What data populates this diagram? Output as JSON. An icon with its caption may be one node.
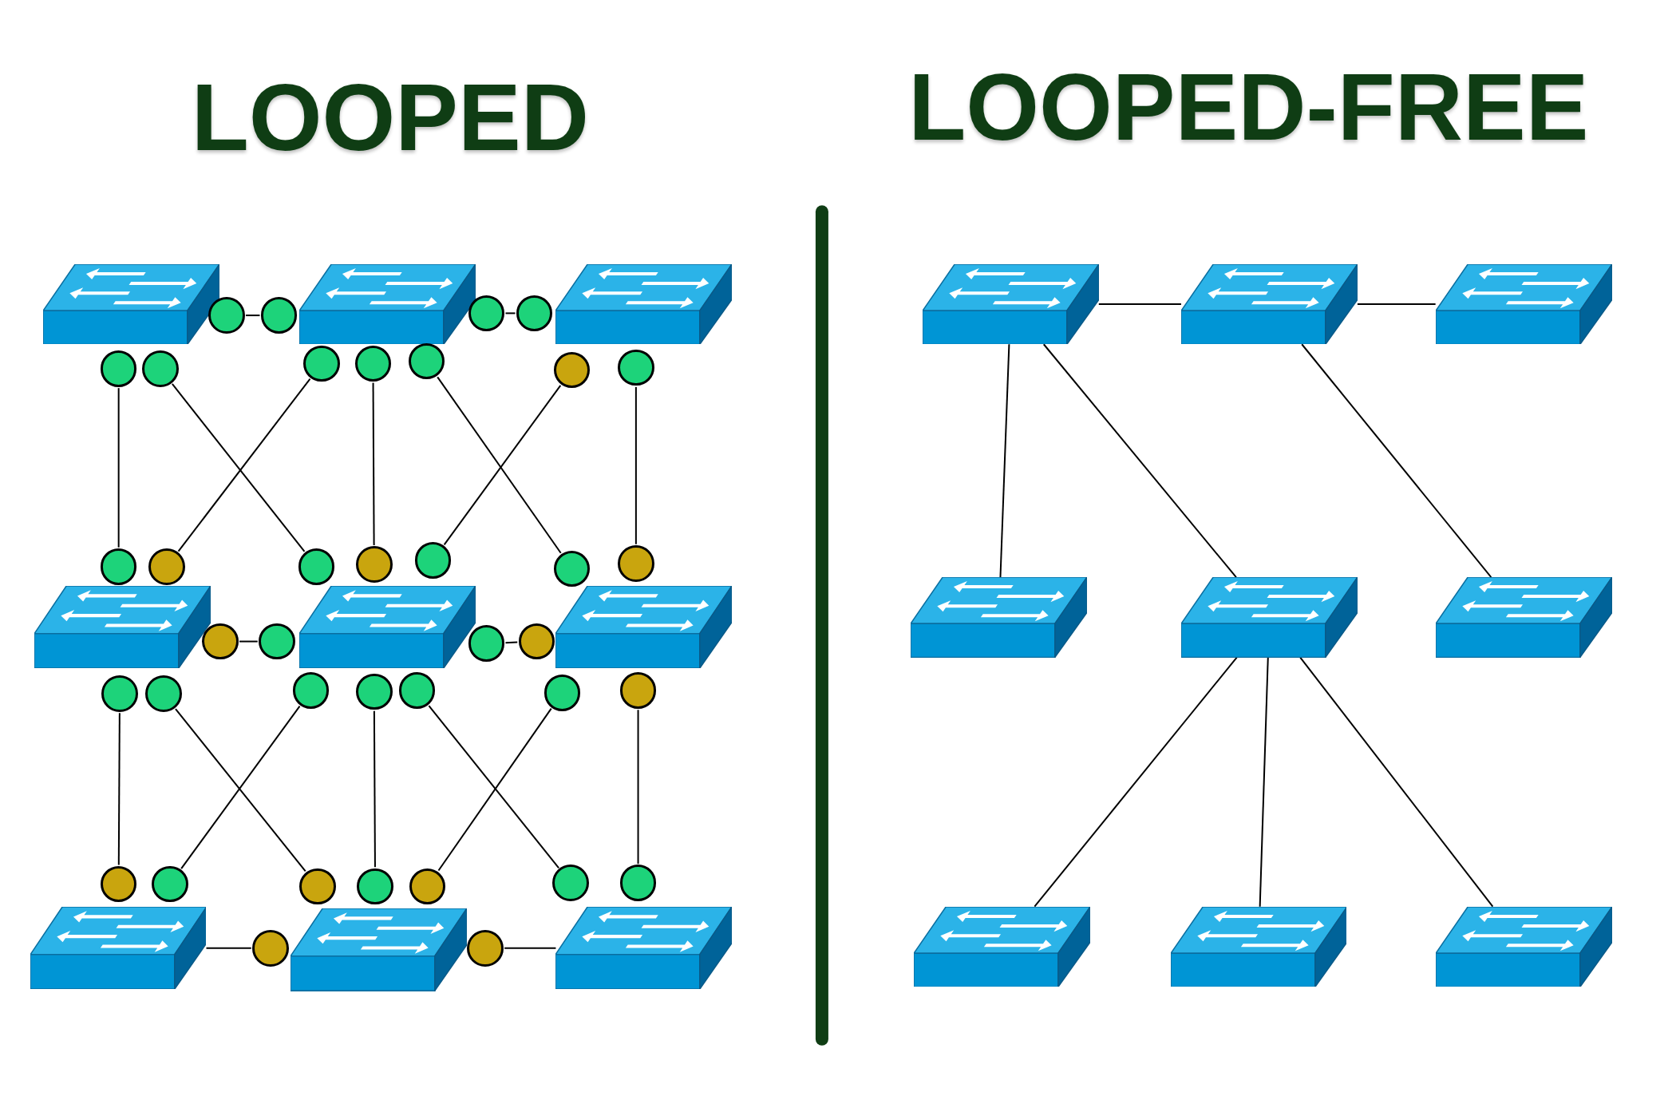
{
  "diagram": {
    "nodes": [
      {
        "text": [],
        "shape": "picture"
      },
      {
        "text": [],
        "shape": "picture"
      },
      {
        "text": [],
        "shape": "picture"
      },
      {
        "text": [],
        "shape": "picture"
      },
      {
        "text": [],
        "shape": "picture"
      },
      {
        "text": [],
        "shape": "picture"
      },
      {
        "text": [],
        "shape": "picture"
      },
      {
        "text": [],
        "shape": "picture"
      },
      {
        "text": [],
        "shape": "picture"
      },
      {
        "text": [],
        "shape": "circle"
      },
      {
        "text": [],
        "shape": "circle"
      },
      {
        "text": [],
        "shape": "circle"
      },
      {
        "text": [],
        "shape": "circle"
      },
      {
        "text": [],
        "shape": "circle"
      },
      {
        "text": [],
        "shape": "circle"
      },
      {
        "text": [],
        "shape": "circle"
      },
      {
        "text": [],
        "shape": "circle"
      },
      {
        "text": [],
        "shape": "circle"
      },
      {
        "text": [],
        "shape": "circle"
      },
      {
        "text": [],
        "shape": "circle"
      },
      {
        "text": [],
        "shape": "circle"
      },
      {
        "text": [],
        "shape": "circle"
      },
      {
        "text": [],
        "shape": "circle"
      },
      {
        "text": [],
        "shape": "circle"
      },
      {
        "text": [],
        "shape": "circle"
      },
      {
        "text": [],
        "shape": "circle"
      },
      {
        "text": [],
        "shape": "circle"
      },
      {
        "text": [],
        "shape": "circle"
      },
      {
        "text": [],
        "shape": "circle"
      },
      {
        "text": [],
        "shape": "circle"
      },
      {
        "text": [],
        "shape": "circle"
      },
      {
        "text": [],
        "shape": "circle"
      },
      {
        "text": [],
        "shape": "circle"
      },
      {
        "text": [],
        "shape": "circle"
      },
      {
        "text": [],
        "shape": "circle"
      },
      {
        "text": [],
        "shape": "circle"
      },
      {
        "text": [],
        "shape": "circle"
      },
      {
        "text": [],
        "shape": "circle"
      },
      {
        "text": [],
        "shape": "circle"
      },
      {
        "text": [],
        "shape": "circle"
      },
      {
        "text": [],
        "shape": "circle"
      },
      {
        "text": [],
        "shape": "circle"
      },
      {
        "text": [],
        "shape": "circle"
      },
      {
        "text": [],
        "shape": "circle"
      },
      {
        "text": [],
        "shape": "circle"
      },
      {
        "text": [],
        "shape": "circle"
      },
      {
        "text": [],
        "shape": "circle"
      },
      {
        "text": [],
        "shape": "picture"
      },
      {
        "text": [],
        "shape": "picture"
      },
      {
        "text": [],
        "shape": "picture"
      },
      {
        "text": [],
        "shape": "picture"
      },
      {
        "text": [],
        "shape": "picture"
      },
      {
        "text": [],
        "shape": "picture"
      },
      {
        "text": [],
        "shape": "picture"
      },
      {
        "text": [],
        "shape": "picture"
      },
      {
        "text": [],
        "shape": "picture"
      }
    ],
    "edges": [
      {
        "from": 9,
        "to": 10,
        "arrow": "none"
      },
      {
        "from": 11,
        "to": 12,
        "arrow": "none"
      },
      {
        "from": 13,
        "to": 20,
        "arrow": "none"
      },
      {
        "from": 14,
        "to": 22,
        "arrow": "none"
      },
      {
        "from": 15,
        "to": 21,
        "arrow": "none"
      },
      {
        "from": 16,
        "to": 23,
        "arrow": "none"
      },
      {
        "from": 17,
        "to": 25,
        "arrow": "none"
      },
      {
        "from": 18,
        "to": 24,
        "arrow": "none"
      },
      {
        "from": 19,
        "to": 26,
        "arrow": "none"
      },
      {
        "from": 27,
        "to": 28,
        "arrow": "none"
      },
      {
        "from": 29,
        "to": 30,
        "arrow": "none"
      },
      {
        "from": 31,
        "to": 38,
        "arrow": "none"
      },
      {
        "from": 32,
        "to": 40,
        "arrow": "none"
      },
      {
        "from": 33,
        "to": 39,
        "arrow": "none"
      },
      {
        "from": 34,
        "to": 41,
        "arrow": "none"
      },
      {
        "from": 35,
        "to": 43,
        "arrow": "none"
      },
      {
        "from": 36,
        "to": 42,
        "arrow": "none"
      },
      {
        "from": 37,
        "to": 44,
        "arrow": "none"
      },
      {
        "from": 6,
        "to": 45,
        "arrow": "none"
      },
      {
        "from": 46,
        "to": 8,
        "arrow": "none"
      },
      {
        "from": 47,
        "to": 48,
        "arrow": "none"
      },
      {
        "from": 48,
        "to": 49,
        "arrow": "none"
      },
      {
        "from": 47,
        "to": 50,
        "arrow": "none"
      },
      {
        "from": 47,
        "to": 51,
        "arrow": "none"
      },
      {
        "from": 48,
        "to": 52,
        "arrow": "none"
      },
      {
        "from": 51,
        "to": 53,
        "arrow": "none"
      },
      {
        "from": 51,
        "to": 54,
        "arrow": "none"
      },
      {
        "from": 51,
        "to": 55,
        "arrow": "none"
      }
    ],
    "labels": [
      "LOOPED",
      "LOOPED-FREE"
    ]
  }
}
